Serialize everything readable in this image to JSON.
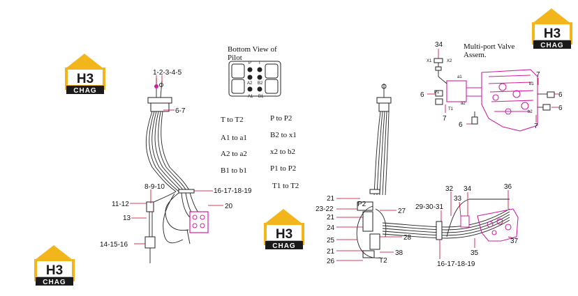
{
  "logo": {
    "letters": "H3",
    "word": "CHAG"
  },
  "pilot_view": {
    "title_line1": "Bottom View of",
    "title_line2": "Pilot",
    "port_labels": [
      "P",
      "T",
      "A2",
      "B2",
      "A1",
      "B1"
    ]
  },
  "valve_assembly": {
    "title_line1": "Multi-port Valve",
    "title_line2": "Assem.",
    "port_labels": [
      "X1",
      "X2",
      "a1",
      "a2",
      "b1",
      "b2",
      "P1",
      "T1"
    ]
  },
  "connections_left": [
    "T to  T2",
    "A1  to  a1",
    "A2  to  a2",
    "B1  to  b1"
  ],
  "connections_right": [
    "P to P2",
    "B2  to  x1",
    "x2  to  b2",
    "P1 to P2",
    "T1  to  T2"
  ],
  "callouts": {
    "left": [
      "1-2-3-4-5",
      "6-7",
      "8-9-10",
      "16-17-18-19",
      "11-12",
      "20",
      "13",
      "14-15-16"
    ],
    "valve": [
      "34",
      "7",
      "6",
      "6",
      "7",
      "6",
      "7",
      "6"
    ],
    "right": [
      "21",
      "P2",
      "23-22",
      "27",
      "21",
      "24",
      "25",
      "28",
      "21",
      "38",
      "26",
      "T2",
      "29-30-31",
      "32",
      "33",
      "34",
      "36",
      "35",
      "37",
      "16-17-18-19"
    ]
  }
}
